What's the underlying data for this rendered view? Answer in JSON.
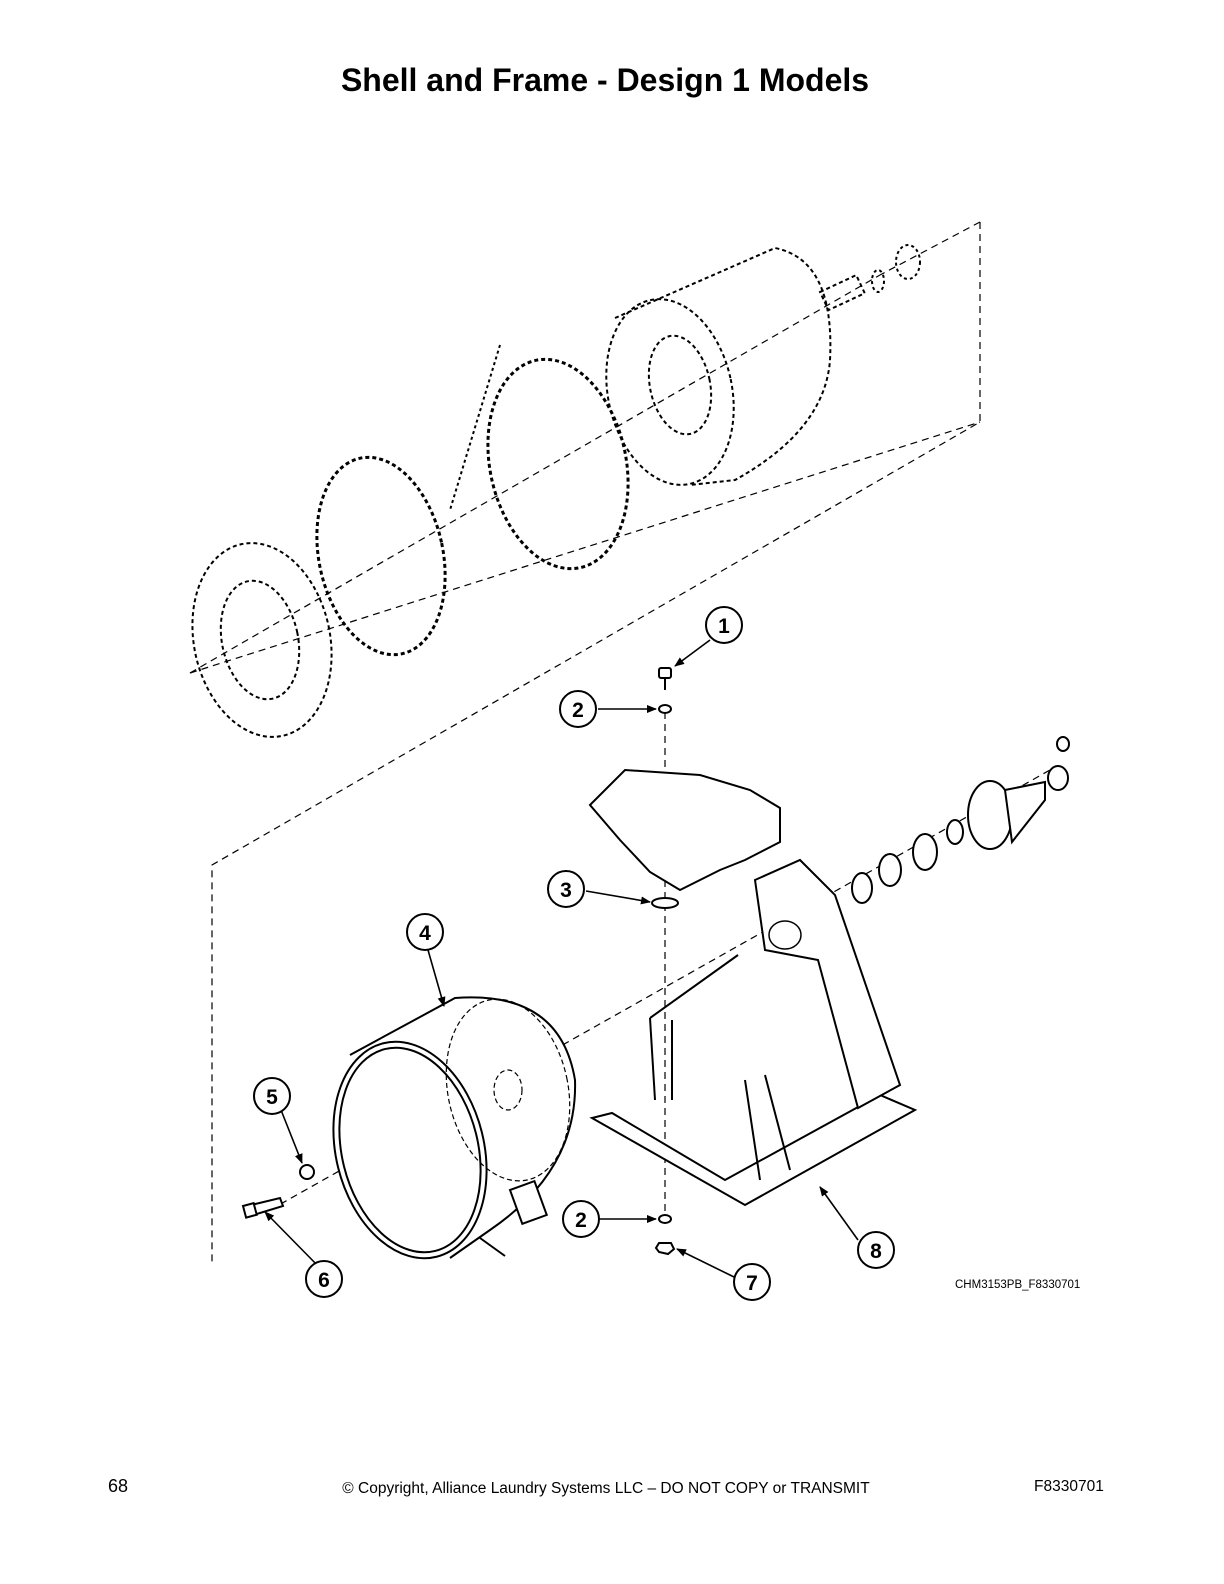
{
  "page": {
    "title": "Shell and Frame - Design 1 Models",
    "figure_id": "CHM3153PB_F8330701",
    "page_number": "68",
    "copyright": "© Copyright, Alliance Laundry Systems LLC – DO NOT COPY or TRANSMIT",
    "document_number": "F8330701"
  },
  "callouts": [
    {
      "label": "1"
    },
    {
      "label": "2"
    },
    {
      "label": "3"
    },
    {
      "label": "4"
    },
    {
      "label": "5"
    },
    {
      "label": "6"
    },
    {
      "label": "2"
    },
    {
      "label": "7"
    },
    {
      "label": "8"
    }
  ]
}
